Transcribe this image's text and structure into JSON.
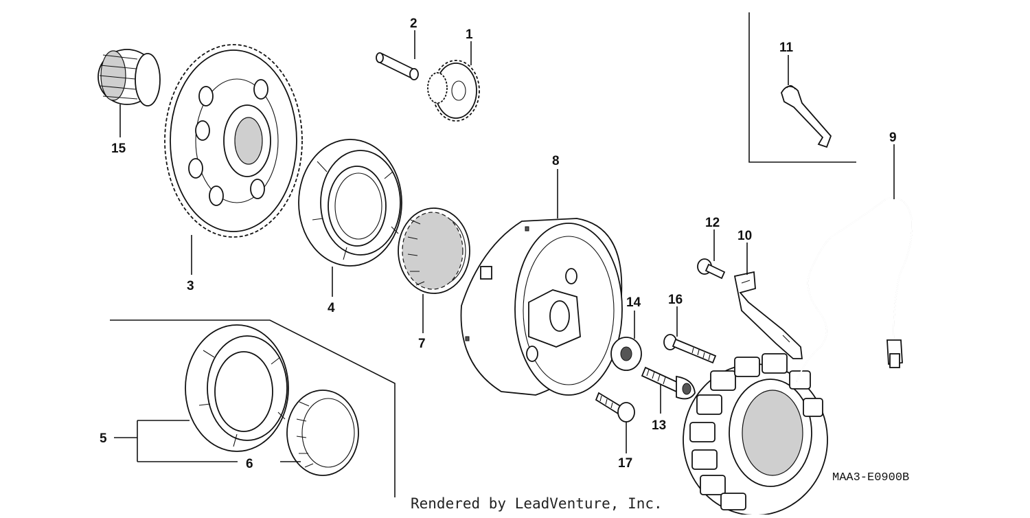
{
  "callouts": {
    "c1": "1",
    "c2": "2",
    "c3": "3",
    "c4": "4",
    "c5": "5",
    "c6": "6",
    "c7": "7",
    "c8": "8",
    "c9": "9",
    "c10": "10",
    "c11": "11",
    "c12": "12",
    "c13": "13",
    "c14": "14",
    "c15": "15",
    "c16": "16",
    "c17": "17"
  },
  "diagram_code": "MAA3-E0900B",
  "credit": "Rendered by LeadVenture, Inc."
}
